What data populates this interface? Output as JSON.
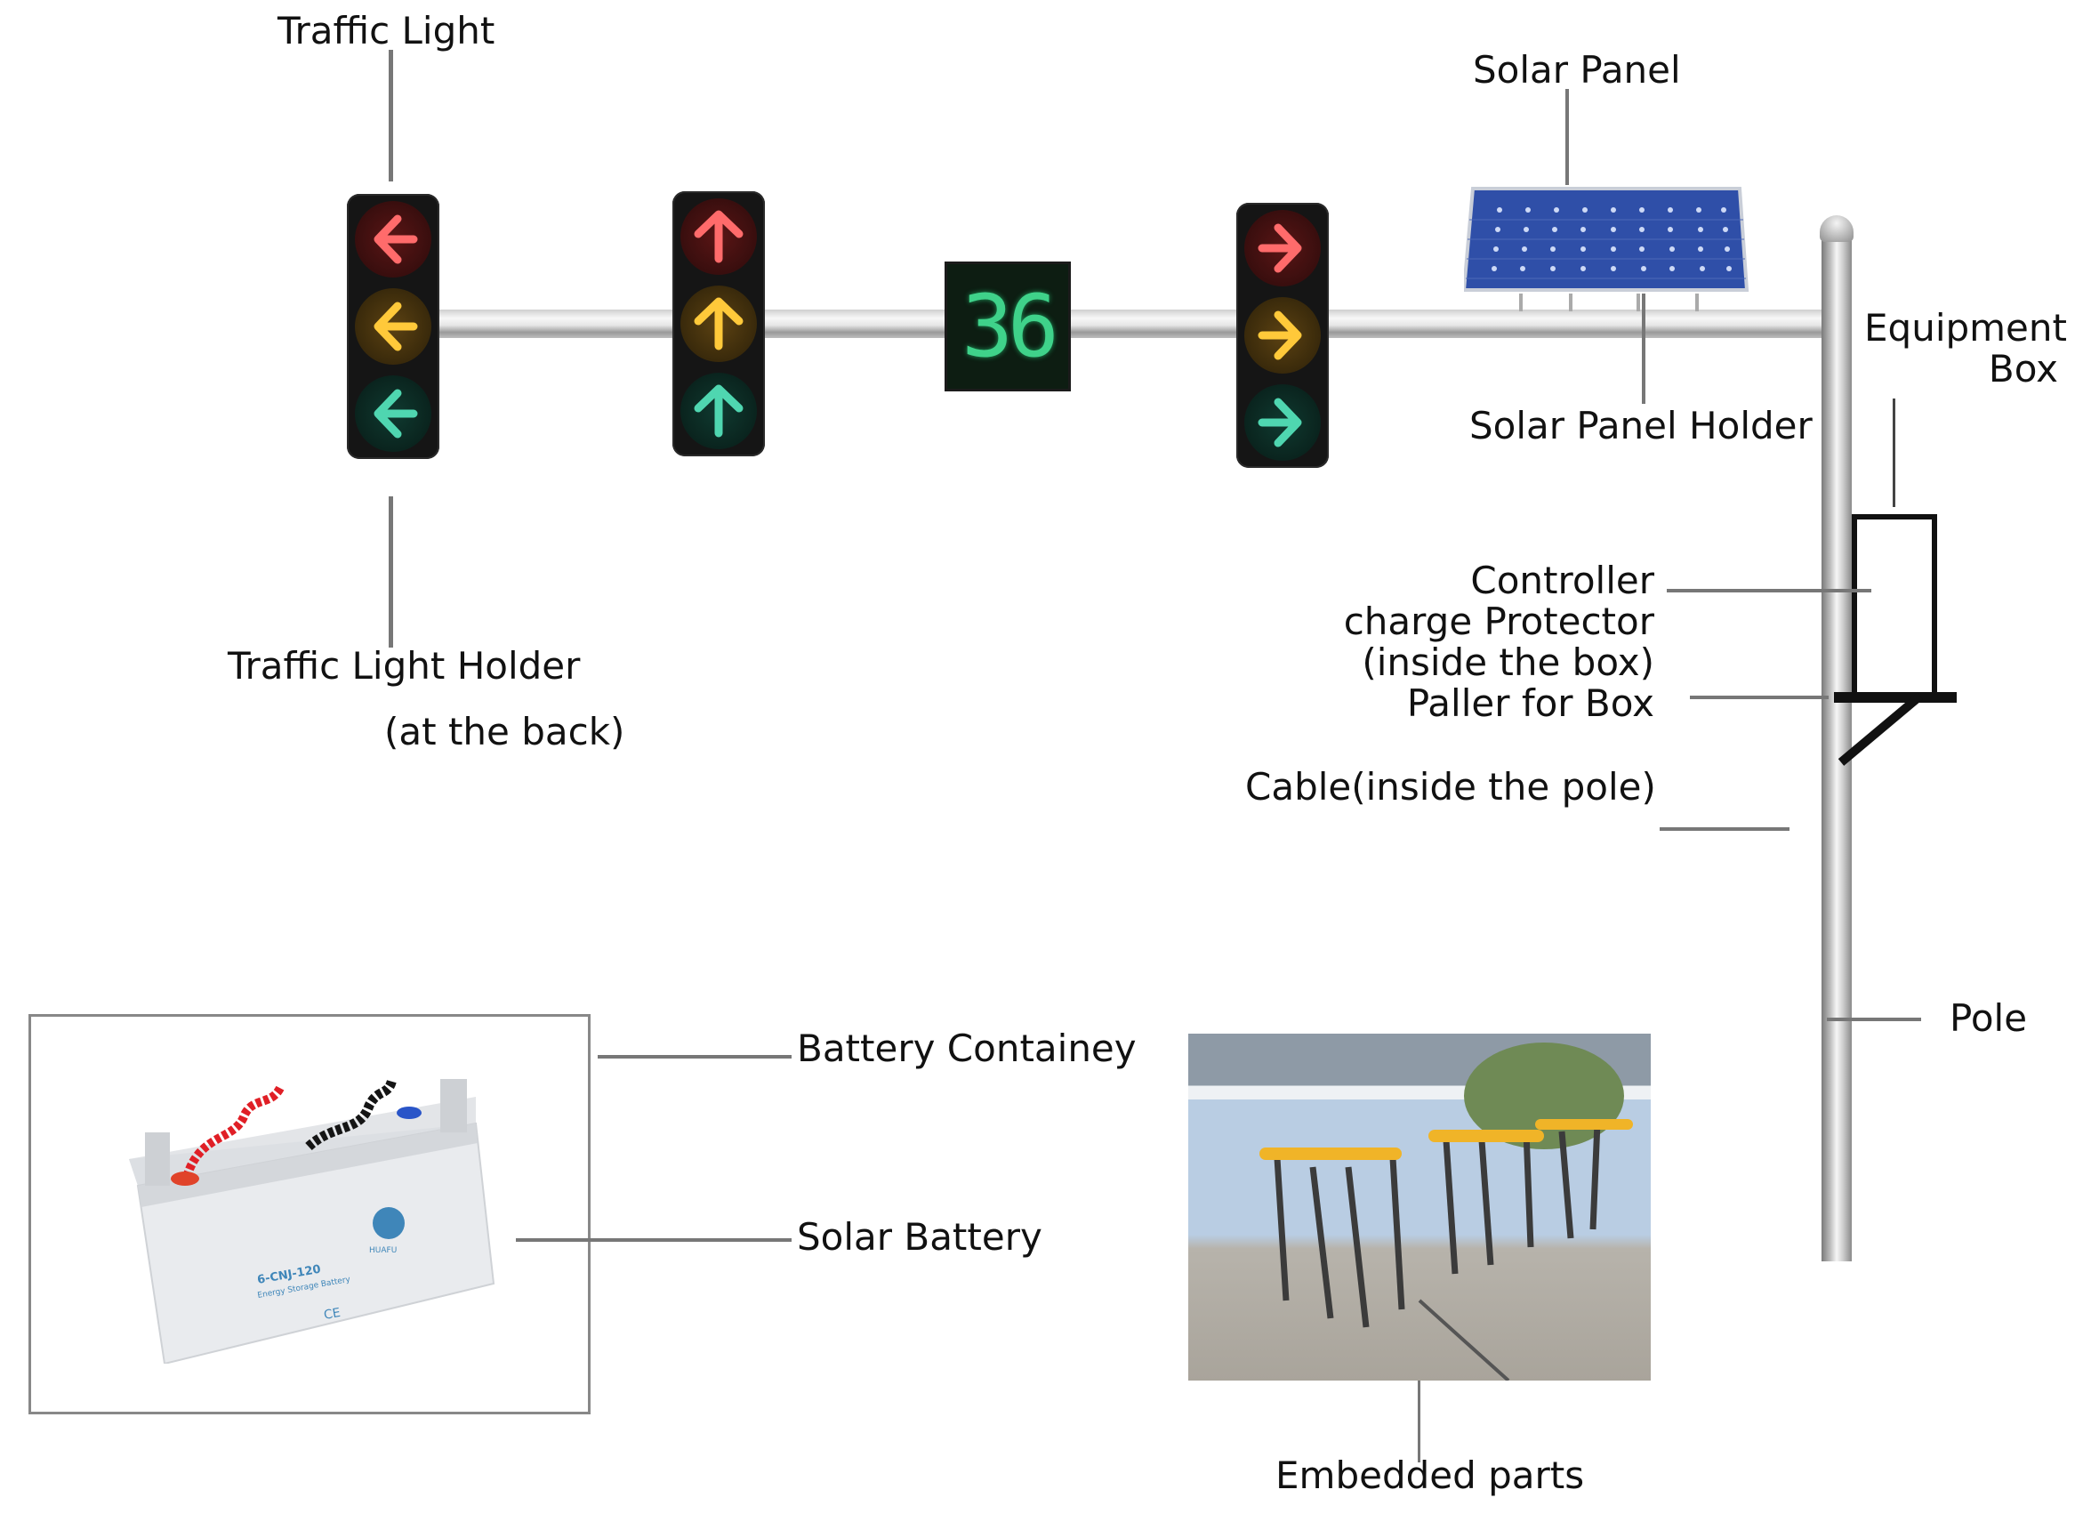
{
  "labels": {
    "traffic_light": "Traffic Light",
    "traffic_light_holder": "Traffic Light Holder",
    "traffic_light_holder_note": "(at the back)",
    "solar_panel": "Solar Panel",
    "solar_panel_holder": "Solar Panel Holder",
    "equipment_box_line1": "Equipment",
    "equipment_box_line2": "Box",
    "controller_line1": "Controller",
    "controller_line2": "charge Protector",
    "controller_line3": "(inside the box)",
    "paller_for_box": "Paller  for  Box",
    "cable": "Cable(inside the pole)",
    "pole": "Pole",
    "battery_container": "Battery Containey",
    "solar_battery": "Solar Battery",
    "embedded_parts": "Embedded parts"
  },
  "signals": [
    {
      "id": "left-turn",
      "direction": "left",
      "lamps": [
        "red",
        "yellow",
        "green"
      ]
    },
    {
      "id": "straight",
      "direction": "up",
      "lamps": [
        "red",
        "yellow",
        "green"
      ]
    },
    {
      "id": "right-turn",
      "direction": "right",
      "lamps": [
        "red",
        "yellow",
        "green"
      ]
    }
  ],
  "countdown": {
    "value": "36"
  },
  "battery": {
    "model": "6-CNJ-120",
    "type": "Energy Storage Battery",
    "brand": "HUAFU",
    "mark": "CE"
  },
  "colors": {
    "red": "#ff6b6b",
    "yellow": "#ffc93a",
    "green": "#4fd6b0",
    "countdown_green": "#3fd28a",
    "solar_blue": "#2f4fa8"
  }
}
